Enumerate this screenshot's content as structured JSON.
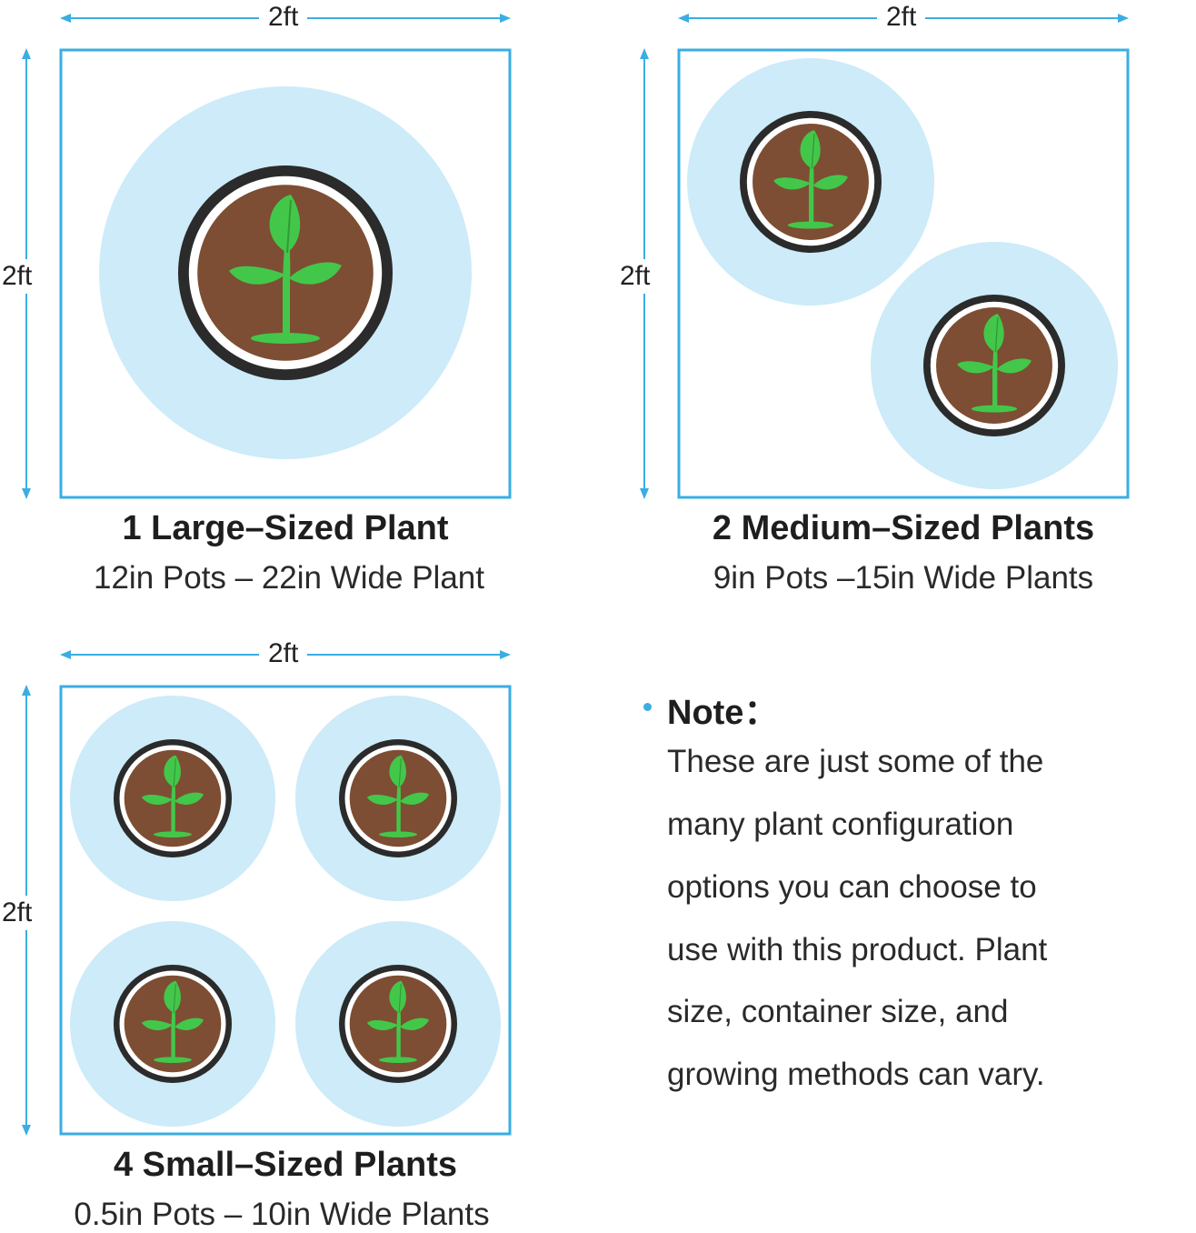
{
  "panels": [
    {
      "dim_top": "2ft",
      "dim_side": "2ft",
      "title": "1 Large–Sized Plant",
      "subtitle": "12in Pots – 22in Wide Plant",
      "plant_count": 1
    },
    {
      "dim_top": "2ft",
      "dim_side": "2ft",
      "title": "2 Medium–Sized Plants",
      "subtitle": "9in Pots –15in Wide Plants",
      "plant_count": 2
    },
    {
      "dim_top": "2ft",
      "dim_side": "2ft",
      "title": "4 Small–Sized Plants",
      "subtitle": "0.5in Pots – 10in Wide Plants",
      "plant_count": 4
    }
  ],
  "note": {
    "title": "Note：",
    "lines": [
      "These are just some of the",
      "many plant configuration",
      "options you can choose to",
      "use with this product. Plant",
      "size, container size, and",
      "growing methods can vary."
    ]
  },
  "colors": {
    "accent_blue": "#3aaee3",
    "spread_circle": "#cdebf9",
    "pot_rim": "#2b2b2b",
    "soil": "#7d4e33",
    "sprout": "#43c74a"
  }
}
